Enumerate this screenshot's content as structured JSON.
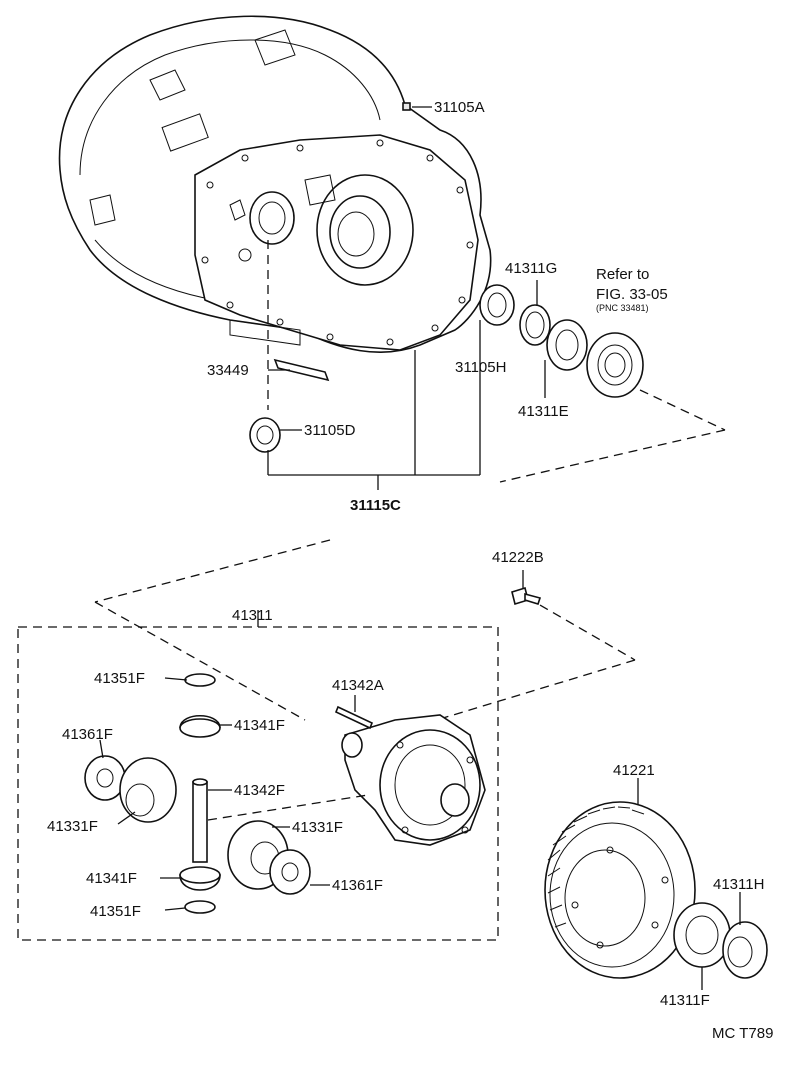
{
  "labels": {
    "p31105A": "31105A",
    "p41311G": "41311G",
    "refer1": "Refer to",
    "refer2": "FIG. 33-05",
    "refer3": "(PNC 33481)",
    "p33449": "33449",
    "p31105H": "31105H",
    "p41311E": "41311E",
    "p31105D": "31105D",
    "p31115C": "31115C",
    "p41222B": "41222B",
    "p41311": "41311",
    "p41351F_top": "41351F",
    "p41342A": "41342A",
    "p41341F_top": "41341F",
    "p41361F_left": "41361F",
    "p41342F": "41342F",
    "p41221": "41221",
    "p41331F_left": "41331F",
    "p41331F_right": "41331F",
    "p41341F_bottom": "41341F",
    "p41361F_right": "41361F",
    "p41311H": "41311H",
    "p41351F_bottom": "41351F",
    "p41311F": "41311F",
    "code": "MC T789"
  }
}
